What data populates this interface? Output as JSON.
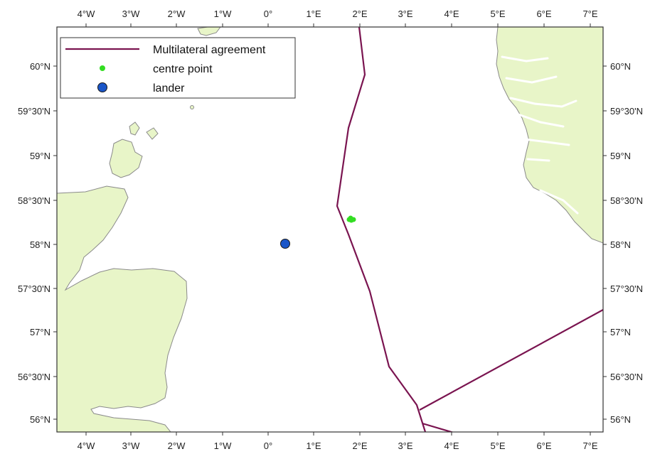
{
  "map": {
    "colors": {
      "land": "#e8f5c8",
      "coast": "#8a8a8a",
      "sea": "#ffffff",
      "boundary": "#7a1450",
      "centre_point": "#33dd22",
      "lander": "#1a56c8"
    },
    "longitude_labels": [
      "4°W",
      "3°W",
      "2°W",
      "1°W",
      "0°",
      "1°E",
      "2°E",
      "3°E",
      "4°E",
      "5°E",
      "6°E",
      "7°E"
    ],
    "latitude_labels": [
      "60°N",
      "59°30'N",
      "59°N",
      "58°30'N",
      "58°N",
      "57°30'N",
      "57°N",
      "56°30'N",
      "56°N"
    ]
  },
  "legend": {
    "boundary_label": "Multilateral agreement",
    "centre_label": "centre point",
    "lander_label": "lander"
  }
}
